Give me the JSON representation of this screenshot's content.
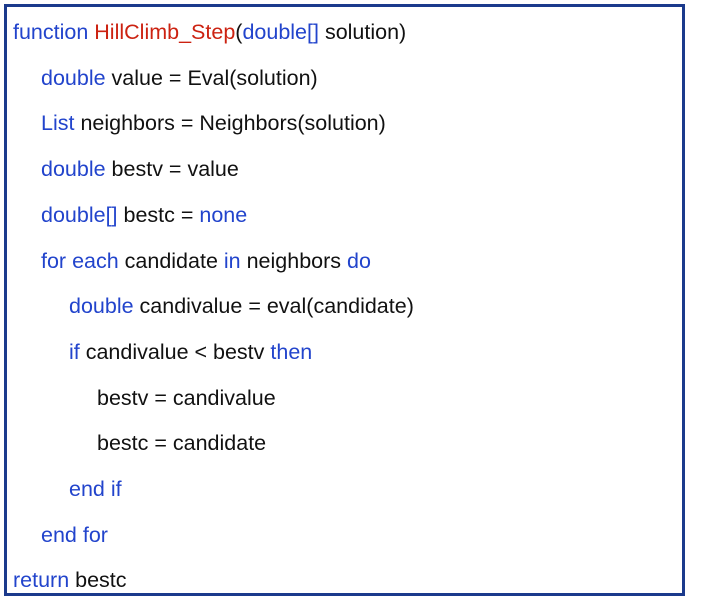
{
  "colors": {
    "border": "#1b3a8c",
    "keyword": "#2244cc",
    "function_name": "#cc2211",
    "text": "#111111"
  },
  "code": {
    "lines": [
      {
        "indent": 0,
        "tokens": [
          {
            "t": "function ",
            "c": "kw"
          },
          {
            "t": "HillClimb_Step",
            "c": "fn"
          },
          {
            "t": "(",
            "c": "plain"
          },
          {
            "t": "double[]",
            "c": "kw"
          },
          {
            "t": " solution)",
            "c": "plain"
          }
        ]
      },
      {
        "indent": 1,
        "tokens": [
          {
            "t": "double",
            "c": "kw"
          },
          {
            "t": " value = Eval(solution)",
            "c": "plain"
          }
        ]
      },
      {
        "indent": 1,
        "tokens": [
          {
            "t": "List",
            "c": "kw"
          },
          {
            "t": " neighbors = Neighbors(solution)",
            "c": "plain"
          }
        ]
      },
      {
        "indent": 1,
        "tokens": [
          {
            "t": "double",
            "c": "kw"
          },
          {
            "t": " bestv = value",
            "c": "plain"
          }
        ]
      },
      {
        "indent": 1,
        "tokens": [
          {
            "t": "double[]",
            "c": "kw"
          },
          {
            "t": " bestc = ",
            "c": "plain"
          },
          {
            "t": "none",
            "c": "kw"
          }
        ]
      },
      {
        "indent": 1,
        "tokens": [
          {
            "t": "for each",
            "c": "kw"
          },
          {
            "t": " candidate ",
            "c": "plain"
          },
          {
            "t": "in",
            "c": "kw"
          },
          {
            "t": " neighbors ",
            "c": "plain"
          },
          {
            "t": "do",
            "c": "kw"
          }
        ]
      },
      {
        "indent": 2,
        "tokens": [
          {
            "t": "double",
            "c": "kw"
          },
          {
            "t": " candivalue = eval(candidate)",
            "c": "plain"
          }
        ]
      },
      {
        "indent": 2,
        "tokens": [
          {
            "t": "if",
            "c": "kw"
          },
          {
            "t": " candivalue < bestv ",
            "c": "plain"
          },
          {
            "t": "then",
            "c": "kw"
          }
        ]
      },
      {
        "indent": 3,
        "tokens": [
          {
            "t": "bestv = candivalue",
            "c": "plain"
          }
        ]
      },
      {
        "indent": 3,
        "tokens": [
          {
            "t": "bestc = candidate",
            "c": "plain"
          }
        ]
      },
      {
        "indent": 2,
        "tokens": [
          {
            "t": "end if",
            "c": "kw"
          }
        ]
      },
      {
        "indent": 1,
        "tokens": [
          {
            "t": "end for",
            "c": "kw"
          }
        ]
      },
      {
        "indent": 0,
        "tokens": [
          {
            "t": "return",
            "c": "kw"
          },
          {
            "t": " bestc",
            "c": "plain"
          }
        ]
      }
    ]
  }
}
